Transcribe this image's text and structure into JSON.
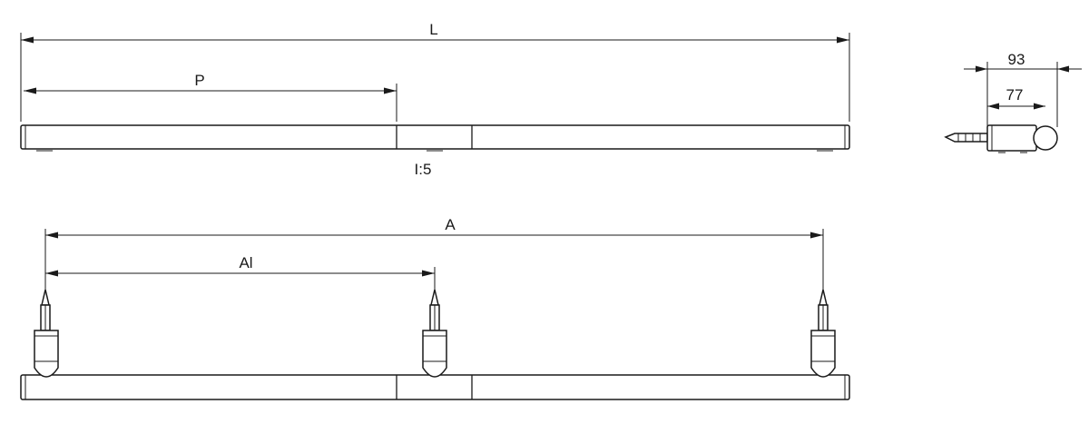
{
  "labels": {
    "L": "L",
    "P": "P",
    "scale": "I:5",
    "A": "A",
    "Al": "Al",
    "dim93": "93",
    "dim77": "77"
  }
}
